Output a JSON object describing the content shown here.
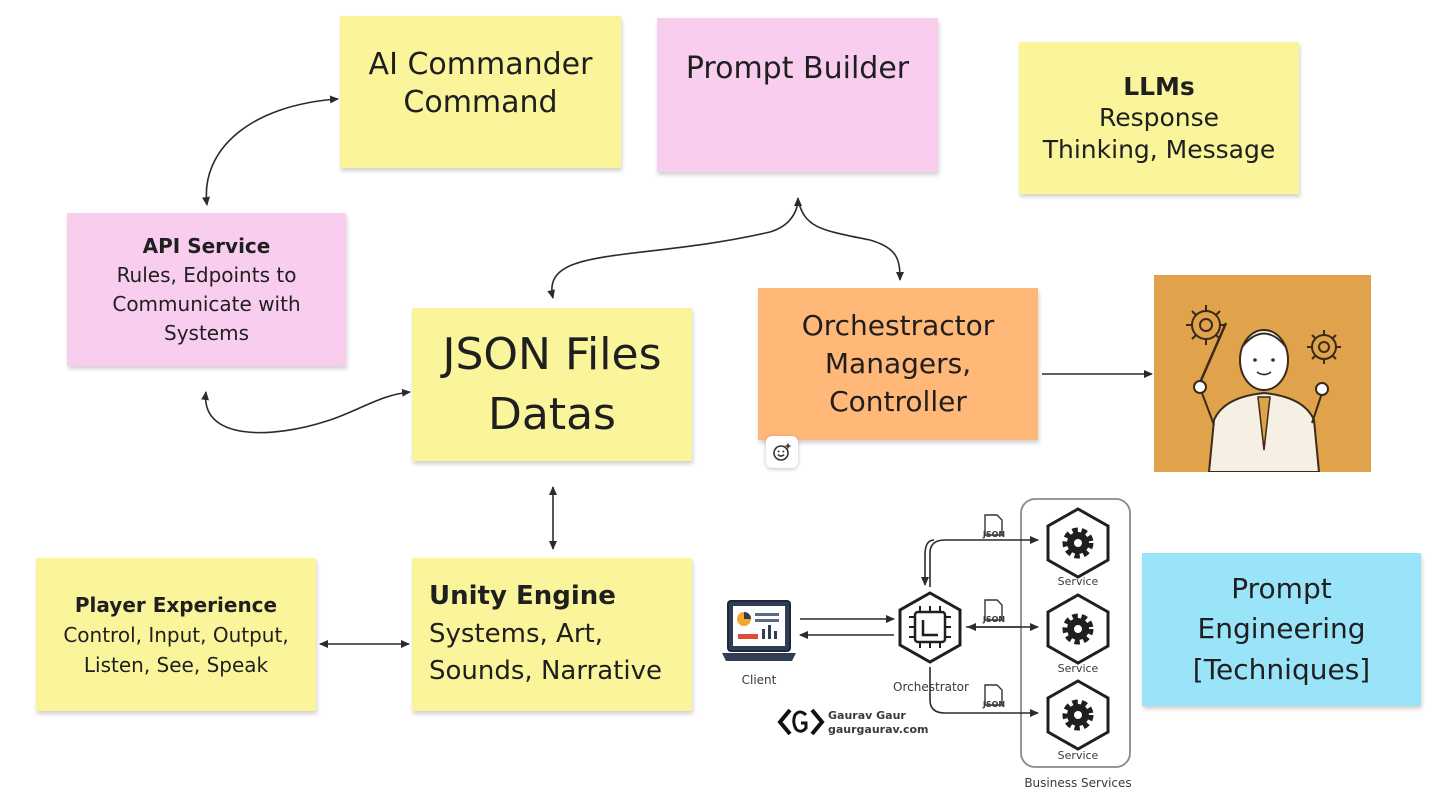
{
  "notes": {
    "ai_commander": {
      "lines": [
        "AI Commander",
        "Command"
      ],
      "color": "#faf59b"
    },
    "prompt_builder": {
      "lines": [
        "Prompt Builder"
      ],
      "color": "#f9cdee"
    },
    "llms": {
      "title": "LLMs",
      "lines": [
        "Response",
        "Thinking, Message"
      ],
      "color": "#faf59b"
    },
    "api_service": {
      "title": "API Service",
      "lines": [
        "Rules, Edpoints to",
        "Communicate with",
        "Systems"
      ],
      "color": "#f9cdee"
    },
    "json_files": {
      "lines": [
        "JSON Files",
        "Datas"
      ],
      "color": "#faf59b"
    },
    "orchestrator": {
      "lines": [
        "Orchestractor",
        "Managers,",
        "Controller"
      ],
      "color": "#ffb877"
    },
    "player_experience": {
      "title": "Player Experience",
      "lines": [
        "Control, Input, Output,",
        "Listen, See, Speak"
      ],
      "color": "#faf59b"
    },
    "unity_engine": {
      "title": "Unity Engine",
      "lines": [
        "Systems, Art,",
        "Sounds, Narrative"
      ],
      "color": "#faf59b"
    },
    "prompt_engineering": {
      "lines": [
        "Prompt",
        "Engineering",
        "[Techniques]"
      ],
      "color": "#9ae4f9"
    }
  },
  "illustration": {
    "icon": "teacher-gears-illustration",
    "background": "#e0a24a"
  },
  "emoji_button": {
    "icon": "add-reaction-icon"
  },
  "orchestrator_diagram": {
    "client_label": "Client",
    "orchestrator_label": "Orchestrator",
    "json_tag": "JSON",
    "service_labels": [
      "Service",
      "Service",
      "Service"
    ],
    "group_label": "Business Services",
    "author_name": "Gaurav Gaur",
    "author_site": "gaurgaurav.com"
  }
}
